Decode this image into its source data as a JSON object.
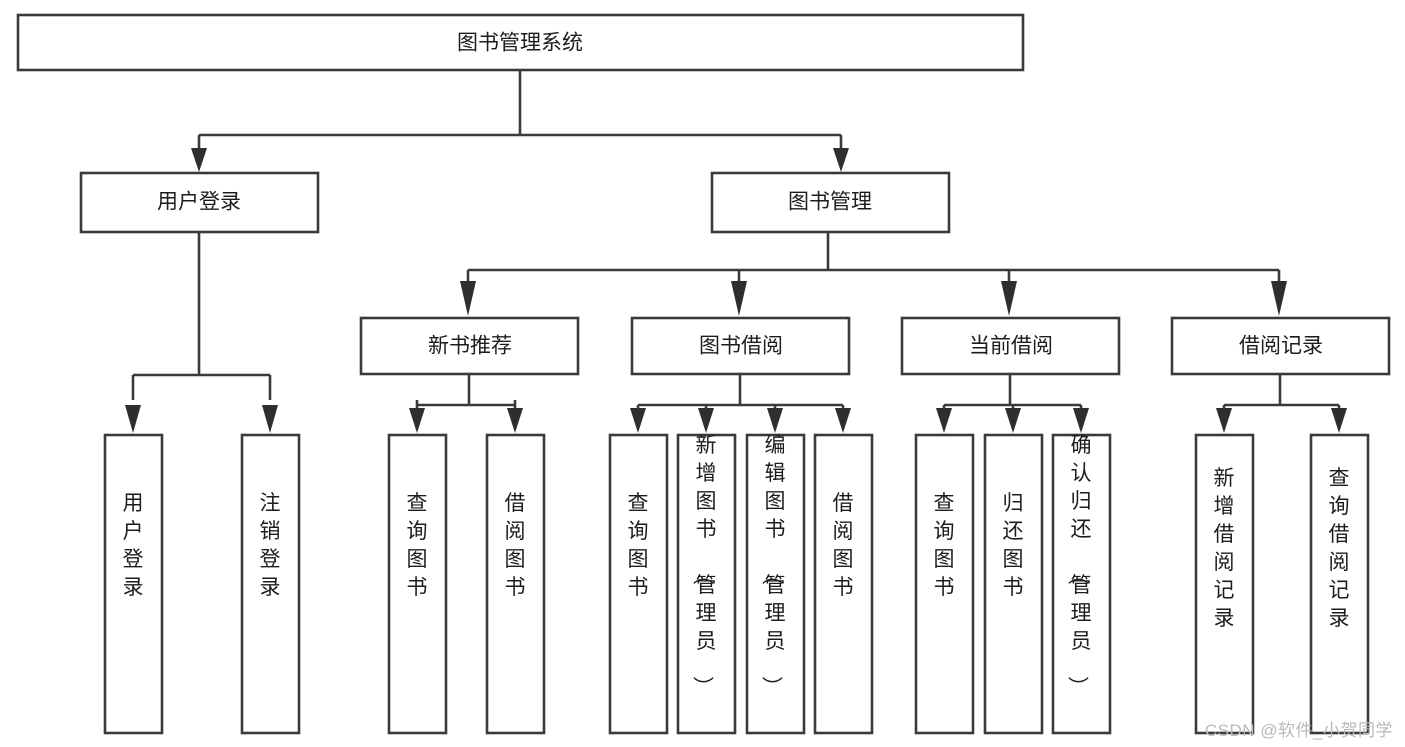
{
  "diagram": {
    "title": "图书管理系统",
    "type": "tree",
    "orientation": "top-down",
    "style": {
      "background": "#ffffff",
      "box_fill": "#ffffff",
      "box_stroke": "#3a3a3a",
      "text_color": "#1d1d1d",
      "connector_color": "#3a3a3a",
      "watermark_color": "#b9b9b9"
    },
    "root": {
      "id": "root",
      "label": "图书管理系统",
      "text_orientation": "horizontal"
    },
    "level1": [
      {
        "id": "user-login",
        "label": "用户登录",
        "text_orientation": "horizontal"
      },
      {
        "id": "book-manage",
        "label": "图书管理",
        "text_orientation": "horizontal"
      }
    ],
    "level2": [
      {
        "id": "new-book-recommend",
        "parent": "book-manage",
        "label": "新书推荐",
        "text_orientation": "horizontal"
      },
      {
        "id": "book-borrow",
        "parent": "book-manage",
        "label": "图书借阅",
        "text_orientation": "horizontal"
      },
      {
        "id": "current-borrow",
        "parent": "book-manage",
        "label": "当前借阅",
        "text_orientation": "horizontal"
      },
      {
        "id": "borrow-record",
        "parent": "book-manage",
        "label": "借阅记录",
        "text_orientation": "horizontal"
      }
    ],
    "leaves": [
      {
        "id": "leaf-user-login",
        "parent": "user-login",
        "label": "用户登录",
        "text_orientation": "vertical"
      },
      {
        "id": "leaf-user-logout",
        "parent": "user-login",
        "label": "注销登录",
        "text_orientation": "vertical"
      },
      {
        "id": "leaf-query-book-1",
        "parent": "new-book-recommend",
        "label": "查询图书",
        "text_orientation": "vertical"
      },
      {
        "id": "leaf-borrow-book-1",
        "parent": "new-book-recommend",
        "label": "借阅图书",
        "text_orientation": "vertical"
      },
      {
        "id": "leaf-query-book-2",
        "parent": "book-borrow",
        "label": "查询图书",
        "text_orientation": "vertical"
      },
      {
        "id": "leaf-add-book",
        "parent": "book-borrow",
        "label": "新增图书（管理员）",
        "text_orientation": "vertical"
      },
      {
        "id": "leaf-edit-book",
        "parent": "book-borrow",
        "label": "编辑图书（管理员）",
        "text_orientation": "vertical"
      },
      {
        "id": "leaf-borrow-book-2",
        "parent": "book-borrow",
        "label": "借阅图书",
        "text_orientation": "vertical"
      },
      {
        "id": "leaf-query-book-3",
        "parent": "current-borrow",
        "label": "查询图书",
        "text_orientation": "vertical"
      },
      {
        "id": "leaf-return-book",
        "parent": "current-borrow",
        "label": "归还图书",
        "text_orientation": "vertical"
      },
      {
        "id": "leaf-confirm-return",
        "parent": "current-borrow",
        "label": "确认归还（管理员）",
        "text_orientation": "vertical"
      },
      {
        "id": "leaf-add-record",
        "parent": "borrow-record",
        "label": "新增借阅记录",
        "text_orientation": "vertical"
      },
      {
        "id": "leaf-query-record",
        "parent": "borrow-record",
        "label": "查询借阅记录",
        "text_orientation": "vertical"
      }
    ]
  },
  "watermark": {
    "text": "CSDN @软件_小贺同学"
  }
}
